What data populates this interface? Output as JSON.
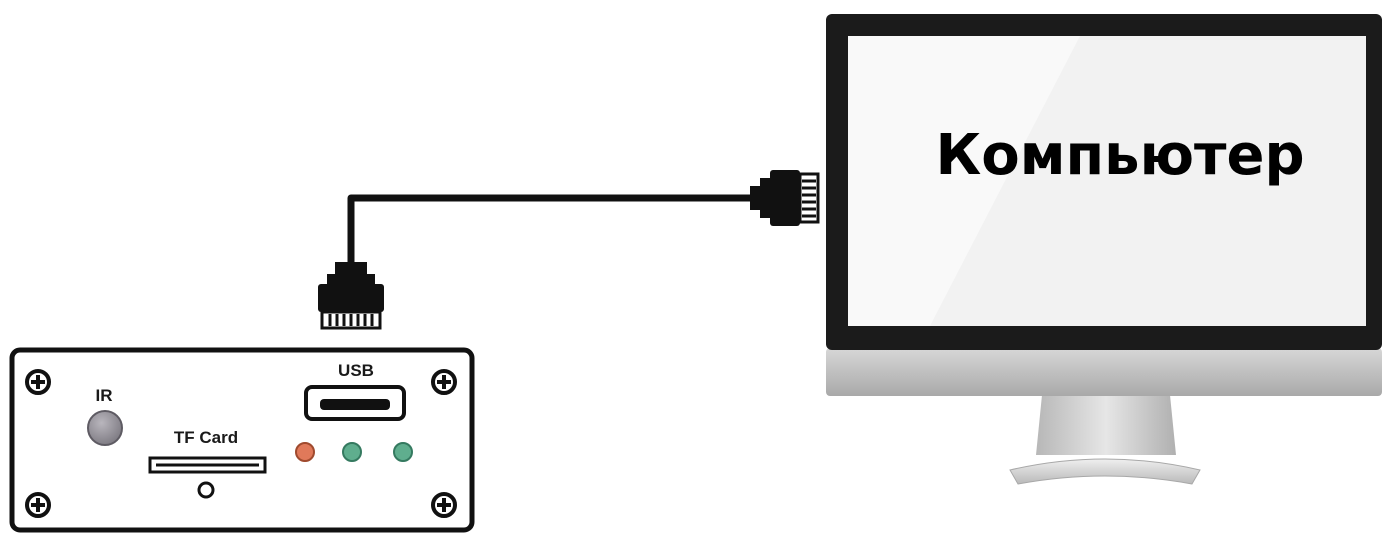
{
  "device": {
    "ir_label": "IR",
    "usb_label": "USB",
    "tf_card_label": "TF Card",
    "led_colors": [
      "#e0795a",
      "#5fae8e",
      "#5fae8e"
    ],
    "ir_sensor_color": "#8d8a92"
  },
  "monitor": {
    "screen_label": "Компьютер",
    "bezel_color": "#1b1b1b",
    "stand_color": "#c9c9c9"
  },
  "cable": {
    "type": "USB"
  }
}
